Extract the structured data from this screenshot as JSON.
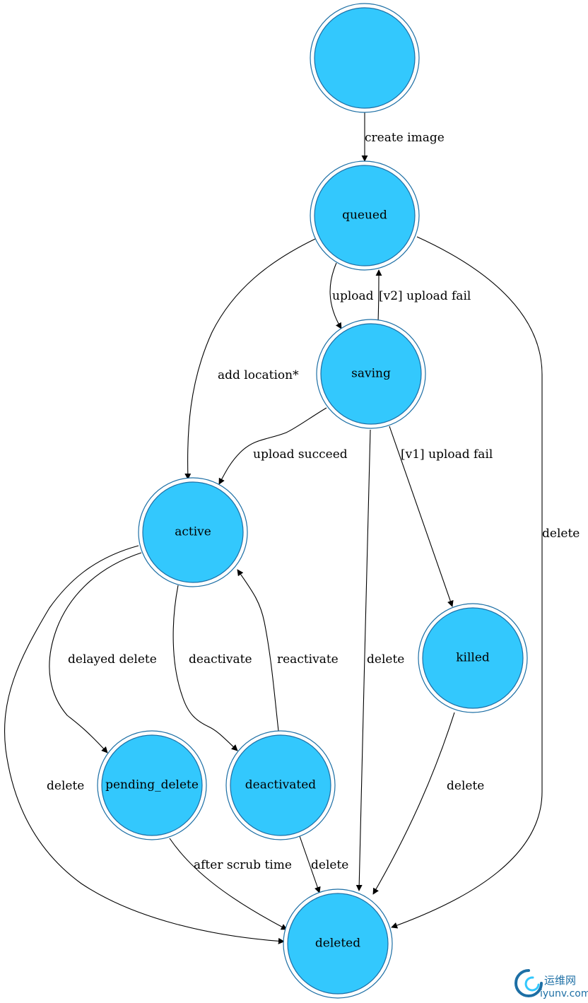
{
  "colors": {
    "node_fill": "#33c8fd",
    "node_stroke": "#1d6fa5",
    "edge": "#000000",
    "watermark": "#1d6fa5"
  },
  "states": {
    "initial": "",
    "queued": "queued",
    "saving": "saving",
    "active": "active",
    "killed": "killed",
    "pending_delete": "pending_delete",
    "deactivated": "deactivated",
    "deleted": "deleted"
  },
  "transitions": {
    "create_image": "create image",
    "queued_upload": "upload",
    "saving_v2_upload_fail": "[v2] upload fail",
    "queued_add_location": "add location*",
    "queued_delete": "delete",
    "saving_upload_succeed": "upload succeed",
    "saving_v1_upload_fail": "[v1] upload fail",
    "saving_delete": "delete",
    "active_delayed_delete": "delayed delete",
    "active_deactivate": "deactivate",
    "deactivated_reactivate": "reactivate",
    "active_delete": "delete",
    "killed_delete": "delete",
    "pending_after_scrub": "after scrub time",
    "deactivated_delete": "delete"
  },
  "watermark": {
    "cn": "运维网",
    "url": "iyunv.com"
  }
}
